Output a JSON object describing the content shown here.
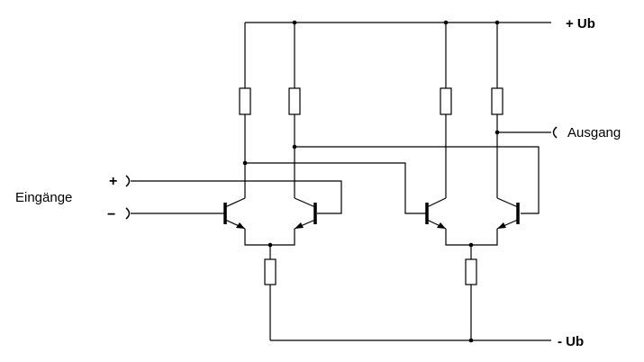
{
  "labels": {
    "vcc_pos": "+ Ub",
    "vcc_neg": "- Ub",
    "output": "Ausgang",
    "inputs": "Eingänge",
    "input_plus": "+",
    "input_minus": "−"
  },
  "colors": {
    "stroke": "#000000",
    "background": "#ffffff"
  }
}
